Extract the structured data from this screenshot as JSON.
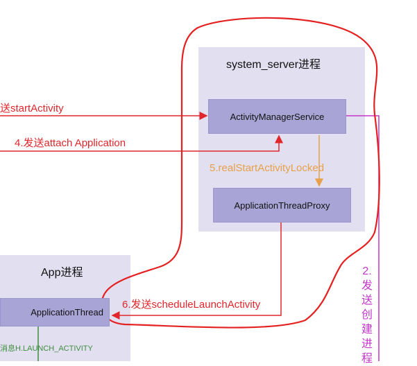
{
  "system_server": {
    "title": "system_server进程",
    "ams": "ActivityManagerService",
    "atp": "ApplicationThreadProxy"
  },
  "app": {
    "title": "App进程",
    "thread": "ApplicationThread"
  },
  "arrows": {
    "start_activity": "送startActivity",
    "attach": "4.发送attach Application",
    "real_start": "5.realStartActivityLocked",
    "schedule": "6.发送scheduleLaunchActivity",
    "create_process_chars": [
      "2.",
      "发",
      "送",
      "创",
      "建",
      "进",
      "程"
    ],
    "msg": "消息H.LAUNCH_ACTIVITY"
  },
  "colors": {
    "process_bg": "#e2dff0",
    "component_bg": "#a9a4d6",
    "red_arrow": "#e0262b",
    "orange_arrow": "#e8a04a",
    "magenta_line": "#c236c9",
    "green_text": "#3e8e3e"
  }
}
